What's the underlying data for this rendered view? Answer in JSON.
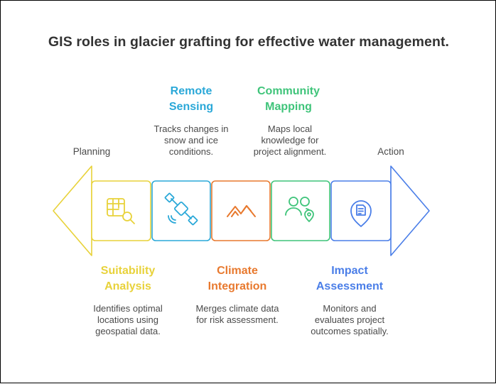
{
  "title": "GIS roles in glacier grafting for effective water management.",
  "labels": {
    "left": "Planning",
    "right": "Action"
  },
  "steps": [
    {
      "heading_line1": "Suitability",
      "heading_line2": "Analysis",
      "desc_line1": "Identifies optimal",
      "desc_line2": "locations using",
      "desc_line3": "geospatial data.",
      "color": "#e8d23a",
      "icon": "spreadsheet-search-icon",
      "position": "bottom"
    },
    {
      "heading_line1": "Remote",
      "heading_line2": "Sensing",
      "desc_line1": "Tracks changes in",
      "desc_line2": "snow and ice",
      "desc_line3": "conditions.",
      "color": "#2aa8d8",
      "icon": "satellite-icon",
      "position": "top"
    },
    {
      "heading_line1": "Climate",
      "heading_line2": "Integration",
      "desc_line1": "Merges climate data",
      "desc_line2": "for risk assessment.",
      "desc_line3": "",
      "color": "#e8792e",
      "icon": "mountains-icon",
      "position": "bottom"
    },
    {
      "heading_line1": "Community",
      "heading_line2": "Mapping",
      "desc_line1": "Maps local",
      "desc_line2": "knowledge for",
      "desc_line3": "project alignment.",
      "color": "#3fc47a",
      "icon": "people-location-icon",
      "position": "top"
    },
    {
      "heading_line1": "Impact",
      "heading_line2": "Assessment",
      "desc_line1": "Monitors and",
      "desc_line2": "evaluates project",
      "desc_line3": "outcomes spatially.",
      "color": "#4a7ee8",
      "icon": "document-pin-icon",
      "position": "bottom"
    }
  ]
}
